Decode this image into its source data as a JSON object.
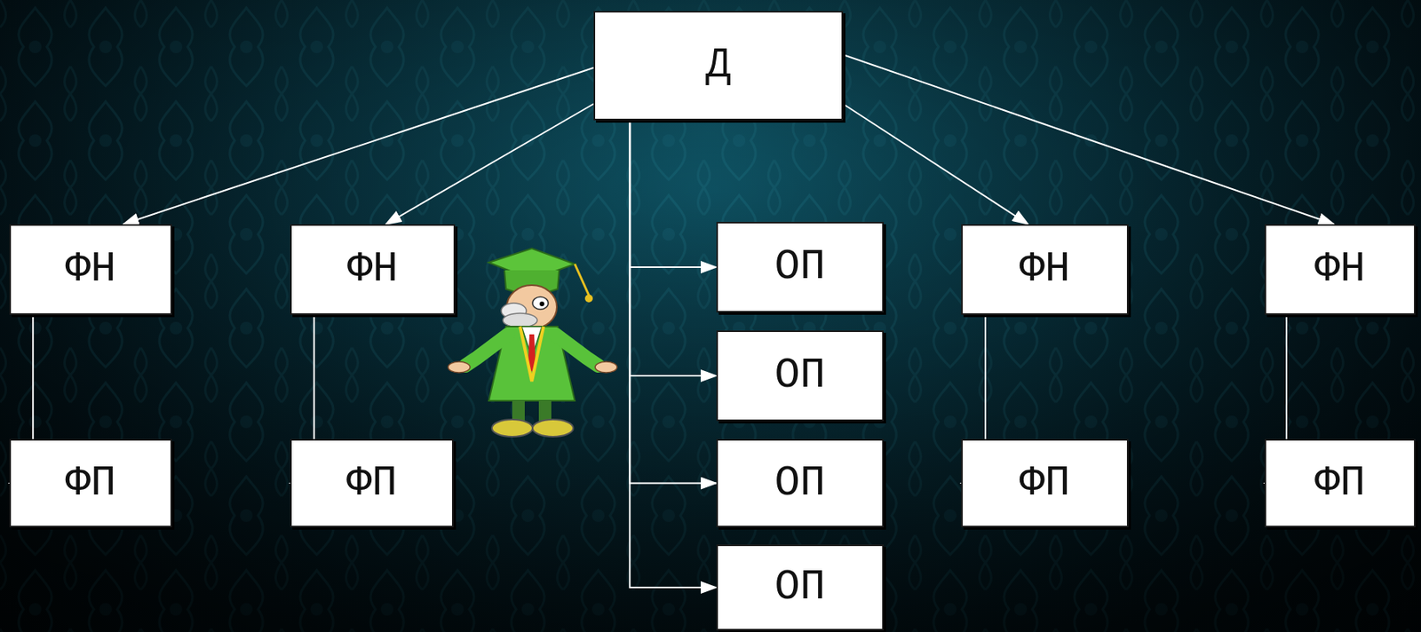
{
  "diagram": {
    "nodes": [
      {
        "text": [
          "Д"
        ]
      },
      {
        "text": [
          "ФН"
        ]
      },
      {
        "text": [
          "ФП"
        ]
      },
      {
        "text": [
          "ФН"
        ]
      },
      {
        "text": [
          "ФП"
        ]
      },
      {
        "text": [
          "ОП"
        ]
      },
      {
        "text": [
          "ОП"
        ]
      },
      {
        "text": [
          "ОП"
        ]
      },
      {
        "text": [
          "ОП"
        ]
      },
      {
        "text": [
          "ФН"
        ]
      },
      {
        "text": [
          "ФП"
        ]
      },
      {
        "text": [
          "ФН"
        ]
      },
      {
        "text": [
          "ФП"
        ]
      }
    ],
    "edges": [
      {
        "from": 0,
        "to": 1,
        "arrow": "to"
      },
      {
        "from": 0,
        "to": 3,
        "arrow": "to"
      },
      {
        "from": 0,
        "to": 5,
        "arrow": "to"
      },
      {
        "from": 0,
        "to": 6,
        "arrow": "to"
      },
      {
        "from": 0,
        "to": 7,
        "arrow": "to"
      },
      {
        "from": 0,
        "to": 8,
        "arrow": "to"
      },
      {
        "from": 0,
        "to": 9,
        "arrow": "to"
      },
      {
        "from": 0,
        "to": 11,
        "arrow": "to"
      },
      {
        "from": 1,
        "to": 2,
        "arrow": "to"
      },
      {
        "from": 3,
        "to": 4,
        "arrow": "to"
      },
      {
        "from": 9,
        "to": 10,
        "arrow": "to"
      },
      {
        "from": 11,
        "to": 12,
        "arrow": "to"
      }
    ]
  }
}
